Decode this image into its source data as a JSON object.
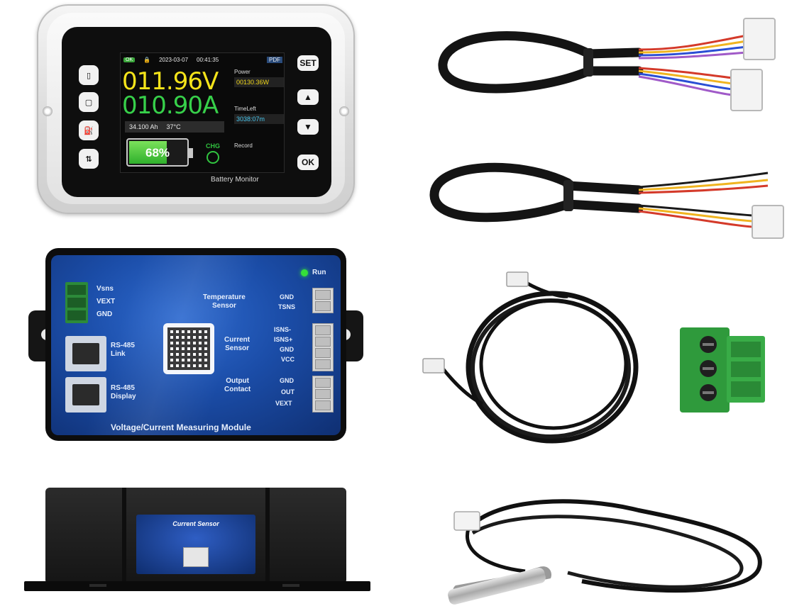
{
  "monitor": {
    "status_badge": "OK",
    "date": "2023-03-07",
    "time": "00:41:35",
    "pdf_label": "PDF",
    "voltage": "011.96V",
    "current": "010.90A",
    "capacity": "34.100 Ah",
    "temperature": "37°C",
    "power_label": "Power",
    "power_value": "00130.36W",
    "time_left_label": "TimeLeft",
    "time_left_value": "3038:07m",
    "record_label": "Record",
    "battery_percent": "68%",
    "battery_fill": 0.68,
    "chg_label": "CHG",
    "brand": "Battery Monitor",
    "buttons": {
      "set": "SET",
      "up": "▲",
      "down": "▼",
      "ok": "OK"
    },
    "accent_colors": {
      "voltage": "#f4e31a",
      "current": "#37d04a"
    }
  },
  "module": {
    "run_label": "Run",
    "power_pins": [
      "Vsns",
      "VEXT",
      "GND"
    ],
    "rs485_link": "RS-485\nLink",
    "rs485_display": "RS-485\nDisplay",
    "temp_sensor": "Temperature\nSensor",
    "temp_pins": [
      "GND",
      "TSNS"
    ],
    "current_sensor": "Current\nSensor",
    "current_pins": [
      "ISNS-",
      "ISNS+",
      "GND",
      "VCC"
    ],
    "output_contact": "Output\nContact",
    "output_pins": [
      "GND",
      "OUT",
      "VEXT"
    ],
    "title": "Voltage/Current Measuring Module"
  },
  "current_sensor": {
    "title": "Current Sensor"
  }
}
